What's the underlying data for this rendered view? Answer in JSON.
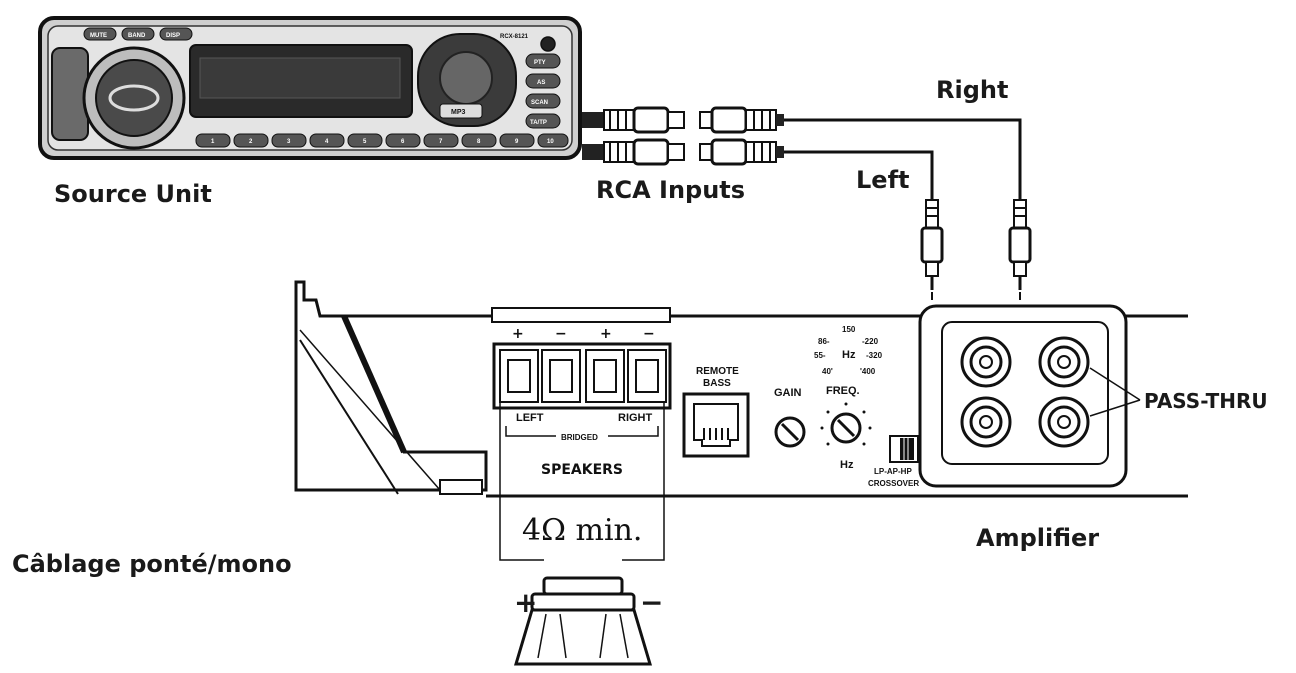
{
  "labels": {
    "source_unit": "Source Unit",
    "rca_inputs": "RCA Inputs",
    "left": "Left",
    "right": "Right",
    "pass_thru": "PASS-THRU",
    "amplifier": "Amplifier",
    "caption": "Câblage ponté/mono",
    "speakers": "SPEAKERS",
    "bridged": "BRIDGED",
    "terminal_left": "LEFT",
    "terminal_right": "RIGHT",
    "remote_bass": [
      "REMOTE",
      "BASS"
    ],
    "gain": "GAIN",
    "freq": "FREQ.",
    "hz": "Hz",
    "crossover_mode": "LP-AP-HP",
    "crossover": "CROSSOVER",
    "impedance": "4Ω min.",
    "speaker_plus": "+",
    "speaker_minus": "−"
  },
  "terminal_polarity": [
    "+",
    "−",
    "+",
    "−"
  ],
  "freq_dial": {
    "top": "150",
    "upper_left": "86-",
    "upper_right": "-220",
    "left": "55-",
    "right": "-320",
    "lower_left": "40'",
    "lower_right": "'400"
  },
  "head_unit": {
    "buttons_top": [
      "MUTE",
      "BAND",
      "DISP"
    ],
    "buttons_right": [
      "PTY",
      "AS",
      "SCAN",
      "TA/TP"
    ],
    "buttons_bottom": [
      "1",
      "2",
      "3",
      "4",
      "5",
      "6",
      "7",
      "8",
      "9",
      "10"
    ],
    "model": "RCX-8121",
    "mp3_badge": "MP3"
  },
  "colors": {
    "ink": "#111111",
    "paper": "#ffffff",
    "faceplate": "#d8d8d8",
    "display": "#2a2a2a"
  }
}
